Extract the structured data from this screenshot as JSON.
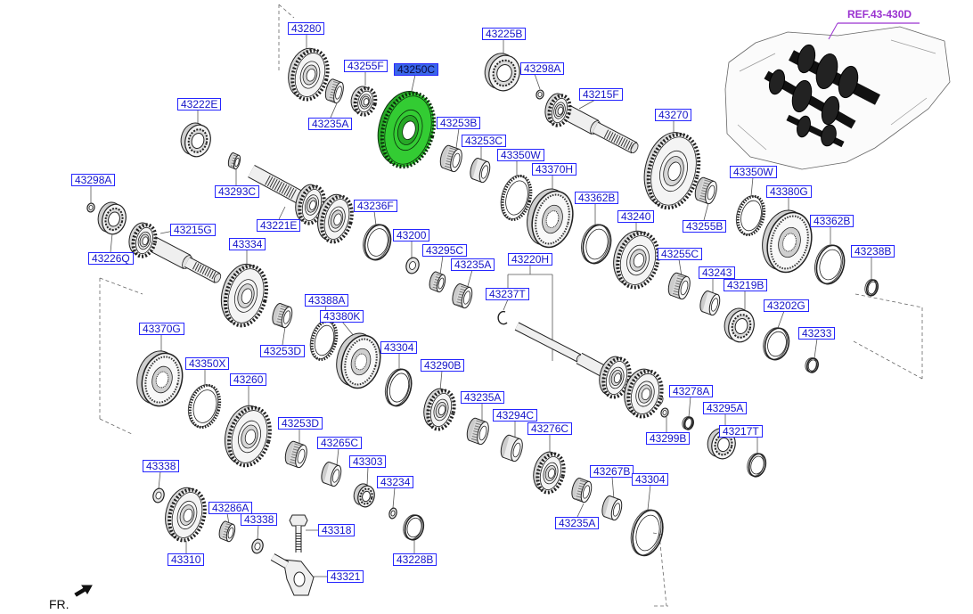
{
  "diagram": {
    "ref_label": "REF.43-430D",
    "fr_label": "FR.",
    "selected_part": "43250C",
    "part_labels": [
      "43280",
      "43255F",
      "43250C",
      "43225B",
      "43298A",
      "43215F",
      "43222E",
      "43235A",
      "43253B",
      "43253C",
      "43270",
      "43350W",
      "43370H",
      "43350W",
      "43298A",
      "43293C",
      "43380G",
      "43362B",
      "43236F",
      "43221E",
      "43240",
      "43362B",
      "43255B",
      "43215G",
      "43200",
      "43295C",
      "43334",
      "43226Q",
      "43220H",
      "43235A",
      "43255C",
      "43238B",
      "43243",
      "43219B",
      "43237T",
      "43388A",
      "43202G",
      "43380K",
      "43370G",
      "43233",
      "43304",
      "43253D",
      "43350X",
      "43290B",
      "43260",
      "43278A",
      "43235A",
      "43295A",
      "43294C",
      "43253D",
      "43276C",
      "43217T",
      "43299B",
      "43265C",
      "43338",
      "43303",
      "43267B",
      "43304",
      "43234",
      "43286A",
      "43338",
      "43318",
      "43235A",
      "43310",
      "43228B",
      "43321"
    ]
  },
  "colors": {
    "label_border": "#2525ff",
    "label_text": "#1414c8",
    "selected_fill": "#3a66e8",
    "selected_text": "#0a0a40",
    "highlighted_part": "#33cc33",
    "ref_label": "#9a32d0"
  },
  "icons": {
    "fr_arrow": "fr-arrow-icon"
  }
}
